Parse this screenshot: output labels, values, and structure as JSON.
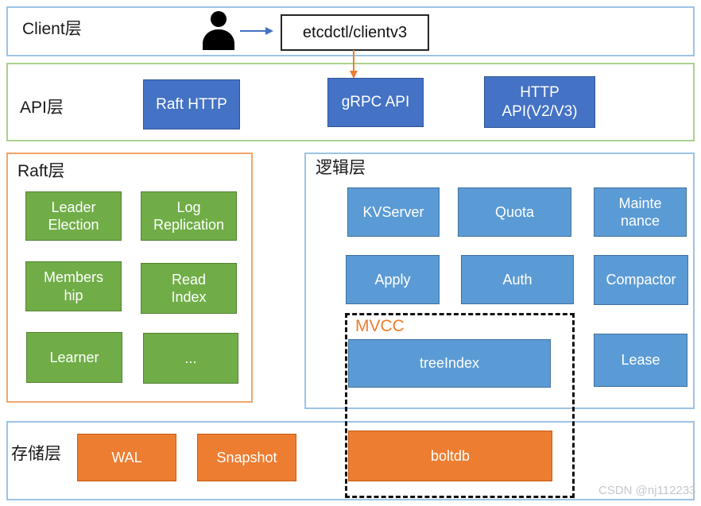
{
  "colors": {
    "api_box_fill": "#4472C4",
    "logic_box_fill": "#5B9BD5",
    "raft_box_fill": "#70AD47",
    "storage_box_fill": "#ED7D31",
    "client_layer_border": "#9DC3E6",
    "api_layer_border": "#A9D18E",
    "raft_layer_border": "#F2A56B",
    "logic_layer_border": "#9DC3E6",
    "storage_layer_border": "#9DC3E6",
    "arrow_blue": "#4472C4",
    "arrow_orange": "#ED7D31",
    "mvcc_label_color": "#ED7D31"
  },
  "layers": {
    "client": {
      "label": "Client层",
      "box_label": "etcdctl/clientv3"
    },
    "api": {
      "label": "API层",
      "boxes": [
        "Raft HTTP",
        "gRPC API",
        "HTTP\nAPI(V2/V3)"
      ]
    },
    "raft": {
      "label": "Raft层",
      "boxes": [
        "Leader\nElection",
        "Log\nReplication",
        "Members\nhip",
        "Read\nIndex",
        "Learner",
        "..."
      ]
    },
    "logic": {
      "label": "逻辑层",
      "boxes": [
        "KVServer",
        "Quota",
        "Mainte\nnance",
        "Apply",
        "Auth",
        "Compactor"
      ],
      "mvcc_label": "MVCC",
      "treeindex_label": "treeIndex",
      "lease_label": "Lease"
    },
    "storage": {
      "label": "存储层",
      "wal_label": "WAL",
      "snapshot_label": "Snapshot",
      "boltdb_label": "boltdb"
    }
  },
  "watermark": "CSDN @nj112233"
}
